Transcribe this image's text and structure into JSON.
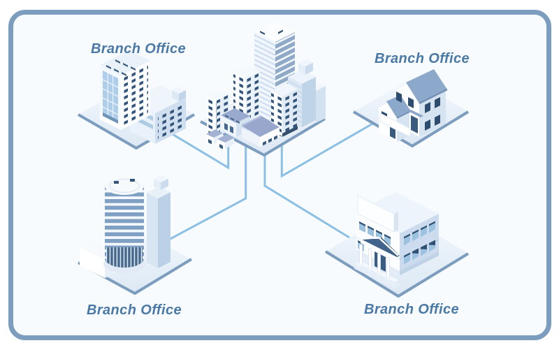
{
  "diagram_type": "hub-and-spoke network of offices",
  "nodes": {
    "center": {
      "building": "city-skyline-cluster"
    },
    "top_left": {
      "label": "Branch Office",
      "building": "midrise-office"
    },
    "top_right": {
      "label": "Branch Office",
      "building": "suburban-house"
    },
    "bottom_left": {
      "label": "Branch Office",
      "building": "cylindrical-tower"
    },
    "bottom_right": {
      "label": "Branch Office",
      "building": "classical-office"
    }
  },
  "connections": [
    {
      "from": "center",
      "to": "top_left"
    },
    {
      "from": "center",
      "to": "top_right"
    },
    {
      "from": "center",
      "to": "bottom_left"
    },
    {
      "from": "center",
      "to": "bottom_right"
    }
  ],
  "colors": {
    "frame_border": "#7d9dbf",
    "panel_background": "#f8fbfd",
    "connector_line": "#8bc0e4",
    "platform_edge": "#7d9dbf",
    "label_text": "#4b79a6",
    "window_dark": "#33547a",
    "roof_slate": "#8aa6c8",
    "roof_lavender": "#9aa9ce",
    "building_shade": "#ccdcee",
    "building_light": "#fbfdff"
  }
}
